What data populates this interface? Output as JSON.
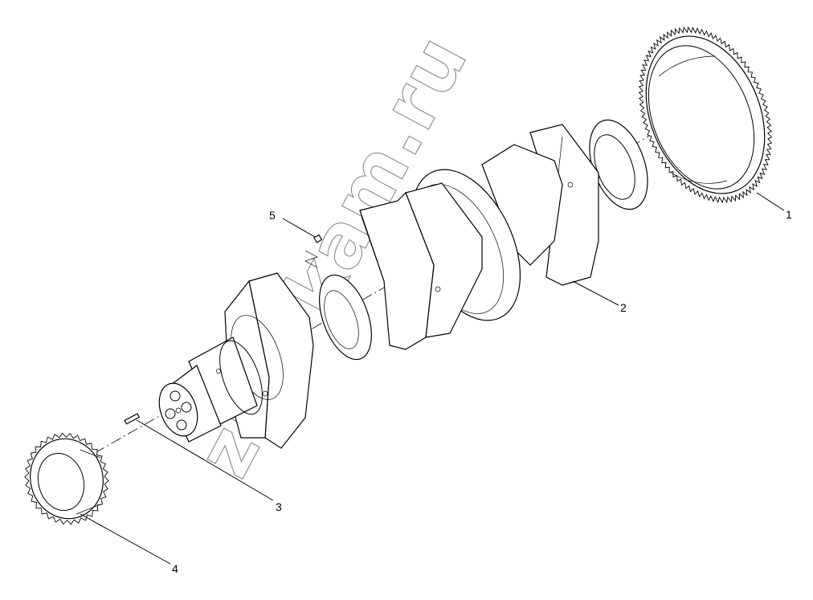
{
  "callouts": [
    {
      "id": "1",
      "text": "1"
    },
    {
      "id": "2",
      "text": "2"
    },
    {
      "id": "3",
      "text": "3"
    },
    {
      "id": "4",
      "text": "4"
    },
    {
      "id": "5",
      "text": "5"
    }
  ],
  "watermark": "zap-kam.ru",
  "colors": {
    "line": "#000000",
    "background": "#ffffff",
    "watermark": "#8a8a8a"
  }
}
